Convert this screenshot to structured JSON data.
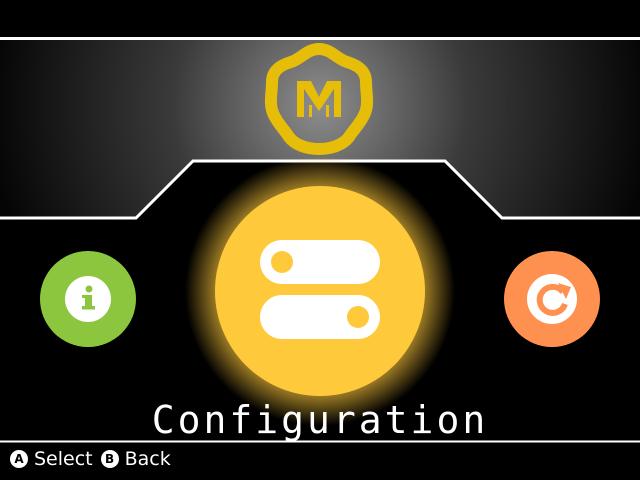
{
  "menu": {
    "selected_label": "Configuration",
    "items": [
      {
        "name": "info",
        "icon": "info-icon",
        "color": "#8cc63f"
      },
      {
        "name": "configuration",
        "icon": "toggles-icon",
        "color": "#ffc93c"
      },
      {
        "name": "reload",
        "icon": "refresh-icon",
        "color": "#ff9150"
      }
    ]
  },
  "logo": {
    "letter": "M",
    "color": "#e6be0a"
  },
  "footer": {
    "select_key": "A",
    "select_label": "Select",
    "back_key": "B",
    "back_label": "Back"
  }
}
